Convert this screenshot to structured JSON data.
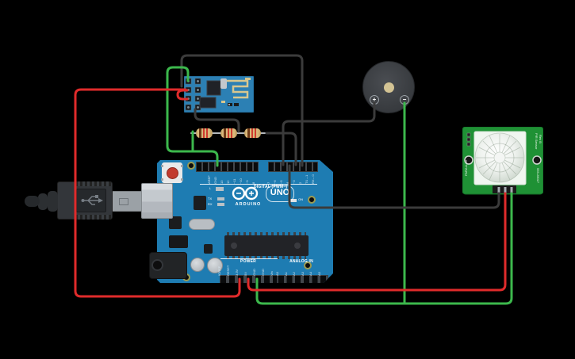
{
  "arduino": {
    "uno_label": "UNO",
    "brand_label": "ARDUINO",
    "digital_header": "DIGITAL (PWM~)",
    "power_header": "POWER",
    "analog_header": "ANALOG IN",
    "led_l": "L",
    "led_tx": "TX",
    "led_rx": "RX",
    "led_on": "ON",
    "top_pin_labels": [
      "AREF",
      "GND",
      "13",
      "12",
      "~11",
      "~10",
      "~9",
      "8"
    ],
    "right_pin_labels": [
      "7",
      "~6",
      "~5",
      "4",
      "~3",
      "2",
      "TX→1",
      "RX←0"
    ],
    "power_pin_labels": [
      "IOREF",
      "RESET",
      "3.3V",
      "5V",
      "GND",
      "GND",
      "Vin"
    ],
    "analog_pin_labels": [
      "A0",
      "A1",
      "A2",
      "A3",
      "A4",
      "A5"
    ],
    "board_color": "#1e7cb2"
  },
  "buzzer": {
    "plus_label": "+",
    "minus_label": "−"
  },
  "pir": {
    "brand_label": "PARALLAX",
    "model_label": "PIR Sensor",
    "rev_label": "Rev B",
    "part_number": "555-28027",
    "board_color": "#1f9135"
  },
  "esp8266": {
    "board_color": "#2c80b4",
    "antenna_color": "#d8c78e"
  },
  "colors": {
    "wire_red": "#e02b2b",
    "wire_green": "#3cb84c",
    "wire_dark": "#3b3b3b",
    "resistor_lead": "#b4b8bc",
    "background": "#000000"
  }
}
